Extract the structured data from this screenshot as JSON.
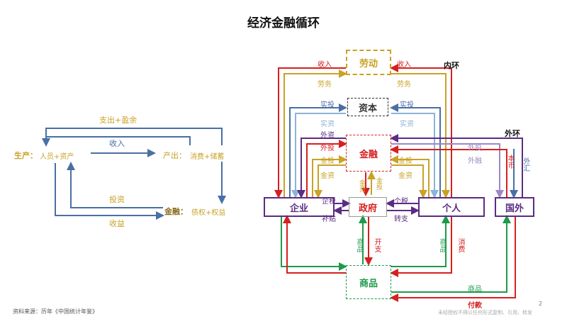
{
  "title": "经济金融循环",
  "left": {
    "top_label": "支出+盈余",
    "income": "收入",
    "production_head": "生产：",
    "production_body": "人员+资产",
    "output_head": "产出：",
    "output_body": "消费+储蓄",
    "investment": "投资",
    "finance_head": "金融：",
    "finance_body": "债权+权益",
    "returns": "收益"
  },
  "right": {
    "nodes": {
      "labor": "劳动",
      "capital": "资本",
      "finance": "金融",
      "enterprise": "企业",
      "government": "政府",
      "individual": "个人",
      "foreign": "国外",
      "goods": "商品"
    },
    "labels": {
      "income_l": "收入",
      "income_r": "收入",
      "inner_loop": "内环",
      "labor_service_l": "劳务",
      "labor_service_r": "劳务",
      "actual_invest_l": "实投",
      "actual_invest_r": "实投",
      "actual_asset_l": "实资",
      "actual_asset_r": "实资",
      "outer_loop": "外环",
      "foreign_invest_l1": "外资",
      "foreign_invest_l2": "外投",
      "foreign_invest_r": "外投",
      "foreign_fin_r": "外融",
      "fin_invest_l": "金投",
      "fin_invest_r": "金投",
      "fin_fund_l": "金资",
      "fin_fund_r": "金资",
      "fin_gov_1": "金资",
      "fin_gov_2": "金投",
      "local_currency": "本币",
      "foreign_exchange": "外汇",
      "corp_tax": "企税",
      "subsidy": "补贴",
      "personal_tax": "个税",
      "transfer": "转支",
      "goods_l": "商品",
      "spending": "开支",
      "goods_c": "商品",
      "consumption": "消费",
      "goods_r": "商品",
      "payment": "付款"
    }
  },
  "footer": {
    "source": "资料来源：历年《中国统计年鉴》",
    "page_no": "2",
    "disclaimer": "未经授权不得以任何形式复制、引用、转发"
  },
  "colors": {
    "red": "#d62020",
    "gold": "#c9a227",
    "blue_gray": "#4a6fa5",
    "light_blue": "#8bb3d9",
    "purple": "#5b2c83",
    "lavender": "#9b8ac4",
    "green": "#1e9a4a",
    "brown": "#a07a2c",
    "dark": "#333333"
  }
}
